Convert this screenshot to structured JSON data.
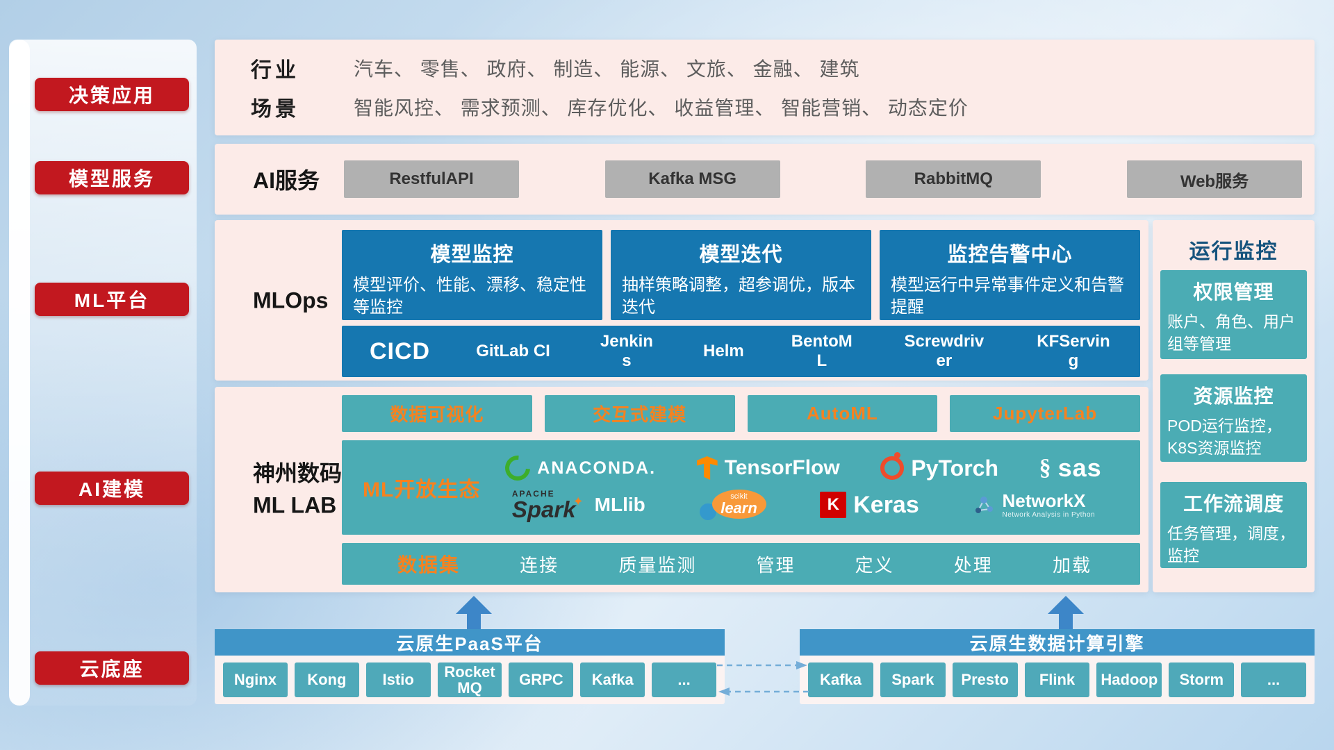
{
  "sidebar": {
    "items": [
      {
        "label": "决策应用"
      },
      {
        "label": "模型服务"
      },
      {
        "label": "ML平台"
      },
      {
        "label": "AI建模"
      },
      {
        "label": "云底座"
      }
    ]
  },
  "industry": {
    "rows": [
      {
        "label": "行业",
        "value": "汽车、 零售、 政府、 制造、 能源、 文旅、 金融、 建筑"
      },
      {
        "label": "场景",
        "value": "智能风控、 需求预测、 库存优化、 收益管理、 智能营销、 动态定价"
      }
    ]
  },
  "ai_service": {
    "label": "AI服务",
    "buttons": [
      {
        "label": "RestfulAPI"
      },
      {
        "label": "Kafka MSG"
      },
      {
        "label": "RabbitMQ"
      },
      {
        "label": "Web服务"
      }
    ]
  },
  "mlops": {
    "label": "MLOps",
    "cards": [
      {
        "title": "模型监控",
        "desc": "模型评价、性能、漂移、稳定性等监控"
      },
      {
        "title": "模型迭代",
        "desc": "抽样策略调整，超参调优，版本迭代"
      },
      {
        "title": "监控告警中心",
        "desc": "模型运行中异常事件定义和告警提醒"
      }
    ],
    "cicd": {
      "title": "CICD",
      "items": [
        {
          "label": "GitLab CI"
        },
        {
          "label": "Jenkins"
        },
        {
          "label": "Helm"
        },
        {
          "label": "BentoML"
        },
        {
          "label": "Screwdriver"
        },
        {
          "label": "KFServing"
        }
      ]
    }
  },
  "monitor": {
    "title": "运行监控",
    "cards": [
      {
        "title": "权限管理",
        "desc": "账户、角色、用户组等管理"
      },
      {
        "title": "资源监控",
        "desc": "POD运行监控，K8S资源监控"
      },
      {
        "title": "工作流调度",
        "desc": "任务管理，调度，监控"
      }
    ]
  },
  "mllab": {
    "label_line1": "神州数码",
    "label_line2": "ML LAB",
    "tools": [
      {
        "label": "数据可视化"
      },
      {
        "label": "交互式建模"
      },
      {
        "label": "AutoML"
      },
      {
        "label": "JupyterLab"
      }
    ],
    "ecosystem": {
      "title": "ML开放生态",
      "logos": {
        "anaconda": "ANACONDA.",
        "tensorflow": "TensorFlow",
        "pytorch": "PyTorch",
        "sas_mark": "§",
        "sas": "sas",
        "spark_small": "APACHE",
        "spark": "Spark",
        "spark_star": "✦",
        "mllib": "MLlib",
        "scikit_small": "scikit",
        "scikit": "learn",
        "keras_mark": "K",
        "keras": "Keras",
        "networkx": "NetworkX",
        "networkx_sub": "Network Analysis in Python"
      }
    },
    "dataset": {
      "title": "数据集",
      "items": [
        {
          "label": "连接"
        },
        {
          "label": "质量监测"
        },
        {
          "label": "管理"
        },
        {
          "label": "定义"
        },
        {
          "label": "处理"
        },
        {
          "label": "加载"
        }
      ]
    }
  },
  "cloud": {
    "paas": {
      "title": "云原生PaaS平台",
      "items": [
        {
          "label": "Nginx"
        },
        {
          "label": "Kong"
        },
        {
          "label": "Istio"
        },
        {
          "label": "RocketMQ"
        },
        {
          "label": "GRPC"
        },
        {
          "label": "Kafka"
        },
        {
          "label": "..."
        }
      ]
    },
    "engine": {
      "title": "云原生数据计算引擎",
      "items": [
        {
          "label": "Kafka"
        },
        {
          "label": "Spark"
        },
        {
          "label": "Presto"
        },
        {
          "label": "Flink"
        },
        {
          "label": "Hadoop"
        },
        {
          "label": "Storm"
        },
        {
          "label": "..."
        }
      ]
    }
  },
  "colors": {
    "accent_red": "#c2181f",
    "panel_pink": "#fcebe8",
    "card_blue": "#1677b0",
    "teal": "#4bacb4",
    "orange": "#f58220",
    "header_blue": "#4095c8",
    "monitor_title": "#15537d"
  }
}
